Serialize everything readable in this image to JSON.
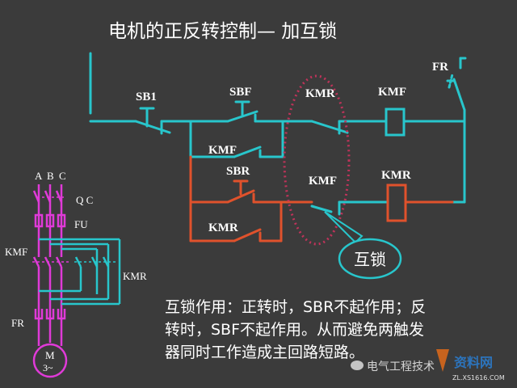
{
  "title": "电机的正反转控制— 加互锁",
  "control_circuit": {
    "sb1": "SB1",
    "sbf": "SBF",
    "kmr_contact": "KMR",
    "kmf_coil": "KMF",
    "fr": "FR",
    "kmf_hold": "KMF",
    "sbr": "SBR",
    "kmf_interlock": "KMF",
    "kmr_coil": "KMR",
    "kmr_hold": "KMR",
    "interlock_callout": "互锁"
  },
  "main_circuit": {
    "phase_a": "A",
    "phase_b": "B",
    "phase_c": "C",
    "qc": "Q C",
    "fu": "FU",
    "kmf": "KMF",
    "kmr": "KMR",
    "fr": "FR",
    "motor_m": "M",
    "motor_phase": "3~"
  },
  "note_lines": [
    "互锁作用：正转时，SBR不起作用；反",
    "转时，SBF不起作用。从而避免两触发",
    "器同时工作造成主回路短路。"
  ],
  "watermark": {
    "brand": "电气工程技术",
    "logo_text": "资料网",
    "logo_url": "ZL.XS1616.COM"
  },
  "colors": {
    "background": "#3b3b3b",
    "forward_line": "#28c6cc",
    "reverse_line": "#e0522c",
    "main_power": "#e03ad8",
    "interlock_ring": "#c0335a"
  }
}
